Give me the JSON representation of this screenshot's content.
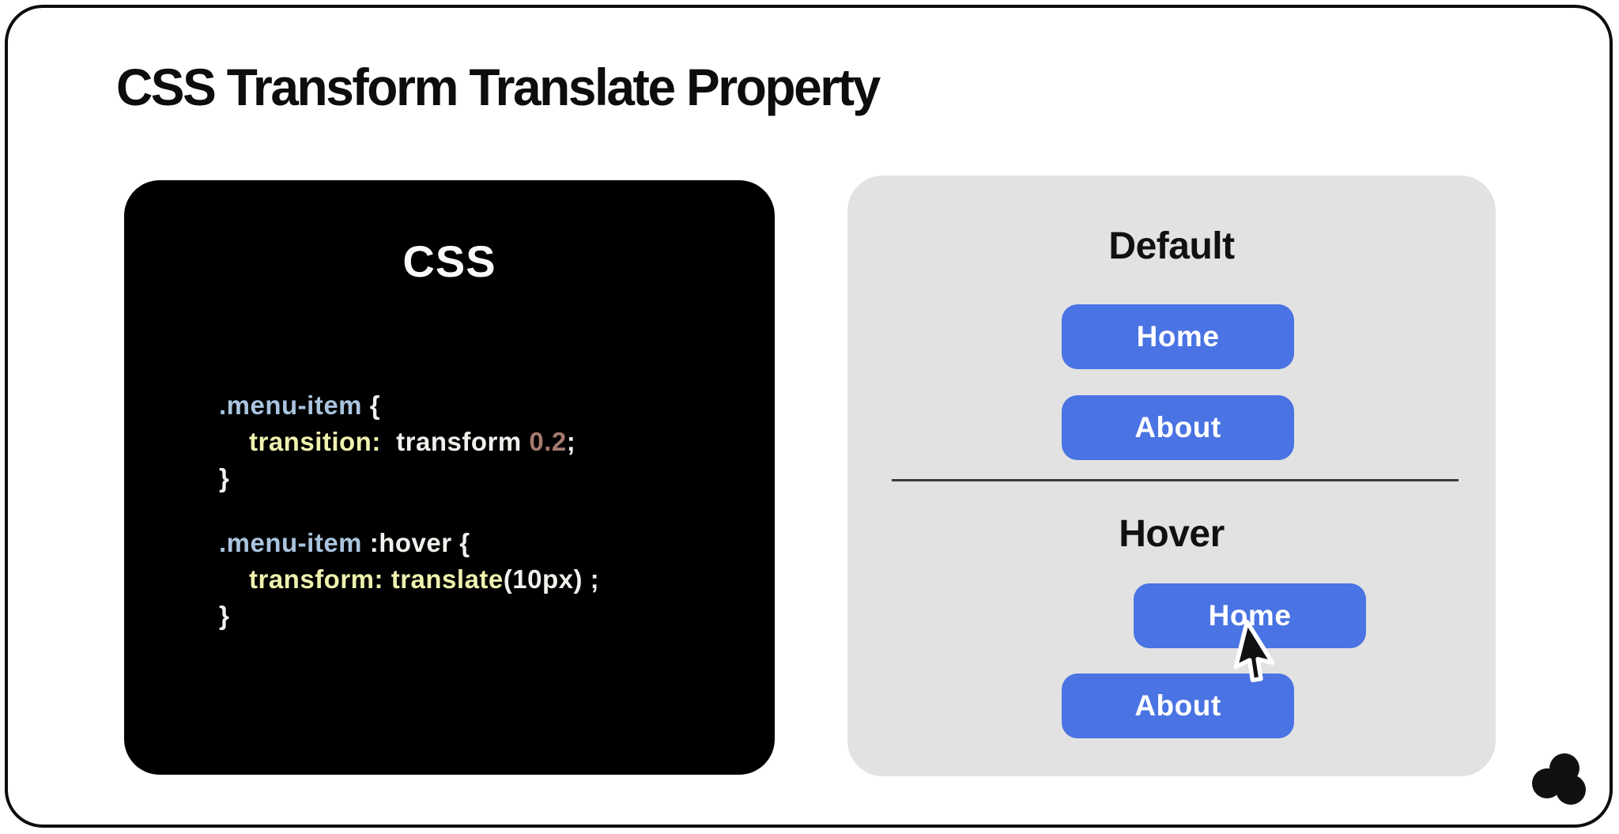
{
  "title": "CSS Transform Translate Property",
  "colors": {
    "button_blue": "#4a73e3",
    "panel_gray": "#e2e2e2",
    "code_bg": "#000000",
    "token_blue": "#a9c4de",
    "token_yellow": "#eef2ae",
    "token_number": "#a57a70",
    "token_white": "#f2f0ec",
    "ink": "#0d0d0d",
    "divider": "#3c3c3c"
  },
  "code_panel": {
    "heading": "CSS",
    "block1": {
      "selector": ".menu-item",
      "open": " {",
      "prop": "transition:",
      "value_plain": "  transform ",
      "value_number": "0.2",
      "semi": ";",
      "close": "}"
    },
    "block2": {
      "selector": ".menu-item",
      "pseudo_open": " :hover {",
      "prop": "transform:",
      "func": " translate",
      "arg_semi": "(10px) ;",
      "close": "}"
    }
  },
  "preview_panel": {
    "default_section": {
      "heading": "Default",
      "home_label": "Home",
      "about_label": "About"
    },
    "hover_section": {
      "heading": "Hover",
      "home_label": "Home",
      "about_label": "About"
    }
  },
  "icons": {
    "cursor": "mouse-pointer-icon",
    "logo": "trefoil-logo-icon"
  }
}
